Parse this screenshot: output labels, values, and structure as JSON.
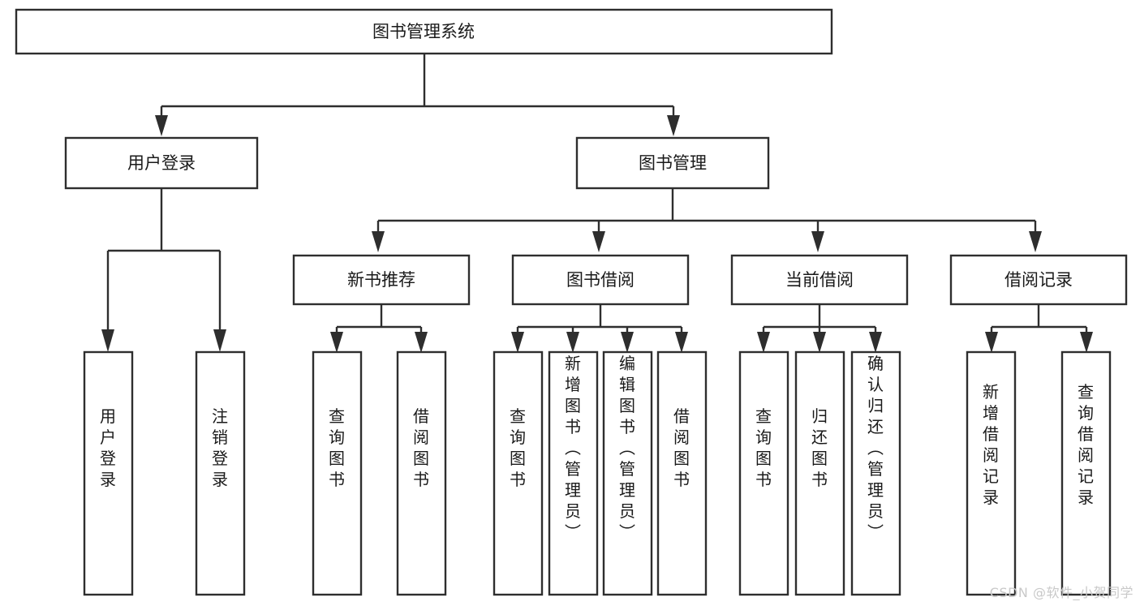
{
  "diagram": {
    "title": "图书管理系统",
    "watermark": "CSDN @软件_小贺同学",
    "colors": {
      "stroke": "#2e2e2e",
      "box_fill": "#ffffff",
      "text": "#1a1a1a",
      "watermark": "#c9c9c9",
      "background": "#ffffff"
    },
    "root": {
      "label": "图书管理系统"
    },
    "level2": [
      {
        "label": "用户登录"
      },
      {
        "label": "图书管理"
      }
    ],
    "level3": [
      {
        "label": "新书推荐"
      },
      {
        "label": "图书借阅"
      },
      {
        "label": "当前借阅"
      },
      {
        "label": "借阅记录"
      }
    ],
    "leaves": {
      "user_login": [
        {
          "label": "用户登录"
        },
        {
          "label": "注销登录"
        }
      ],
      "new_book_recommend": [
        {
          "label": "查询图书"
        },
        {
          "label": "借阅图书"
        }
      ],
      "book_borrow": [
        {
          "label": "查询图书"
        },
        {
          "label": "新增图书（管理员）"
        },
        {
          "label": "编辑图书（管理员）"
        },
        {
          "label": "借阅图书"
        }
      ],
      "current_borrow": [
        {
          "label": "查询图书"
        },
        {
          "label": "归还图书"
        },
        {
          "label": "确认归还（管理员）"
        }
      ],
      "borrow_record": [
        {
          "label": "新增借阅记录"
        },
        {
          "label": "查询借阅记录"
        }
      ]
    }
  }
}
